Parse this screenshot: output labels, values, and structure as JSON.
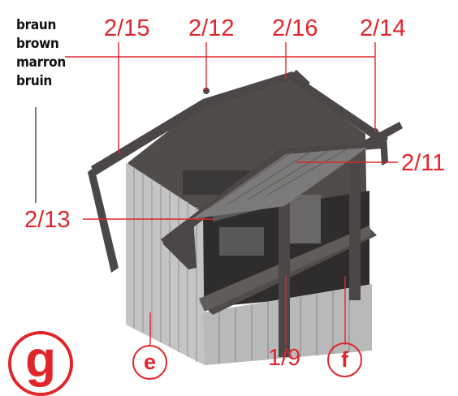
{
  "color_names": [
    "braun",
    "brown",
    "marron",
    "bruin"
  ],
  "part_labels": {
    "p2_15": "2/15",
    "p2_12": "2/12",
    "p2_16": "2/16",
    "p2_14": "2/14",
    "p2_11": "2/11",
    "p2_13": "2/13",
    "p1_9": "1/9"
  },
  "step_letter": "g",
  "sub_labels": {
    "e": "e",
    "f": "f"
  },
  "colors": {
    "accent": "#e0262b",
    "part_brown": "#4a4746",
    "wall_light": "#bdbdbd"
  }
}
